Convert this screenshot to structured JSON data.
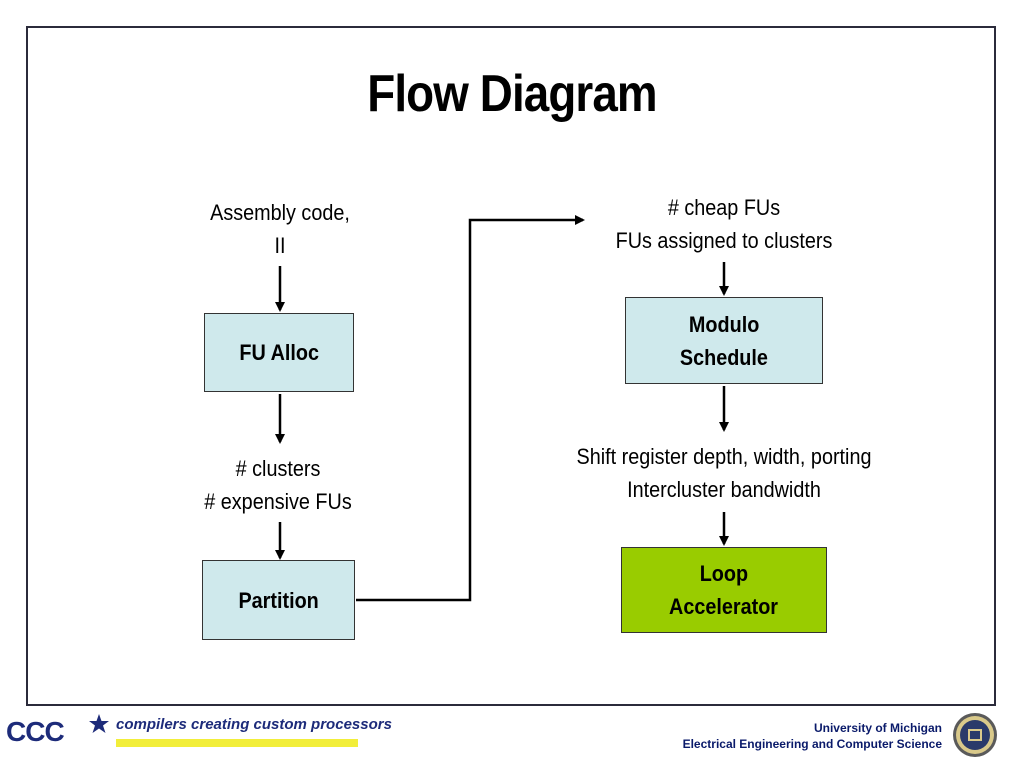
{
  "slide": {
    "title": "Flow Diagram"
  },
  "diagram": {
    "input_label": [
      "Assembly code,",
      "II"
    ],
    "fu_alloc_box": "FU Alloc",
    "cluster_label": [
      "# clusters",
      "# expensive FUs"
    ],
    "partition_box": "Partition",
    "assign_label": [
      "# cheap FUs",
      "FUs assigned to clusters"
    ],
    "modulo_box": [
      "Modulo",
      "Schedule"
    ],
    "shift_label": [
      "Shift register depth, width, porting",
      "Intercluster bandwidth"
    ],
    "loop_box": [
      "Loop",
      "Accelerator"
    ],
    "colors": {
      "process_box": "#cfe9ec",
      "output_box": "#99cc00"
    }
  },
  "footer": {
    "logo_text": "CCC",
    "tagline": "compilers creating custom processors",
    "university": "University of Michigan",
    "department": "Electrical Engineering and Computer Science"
  }
}
